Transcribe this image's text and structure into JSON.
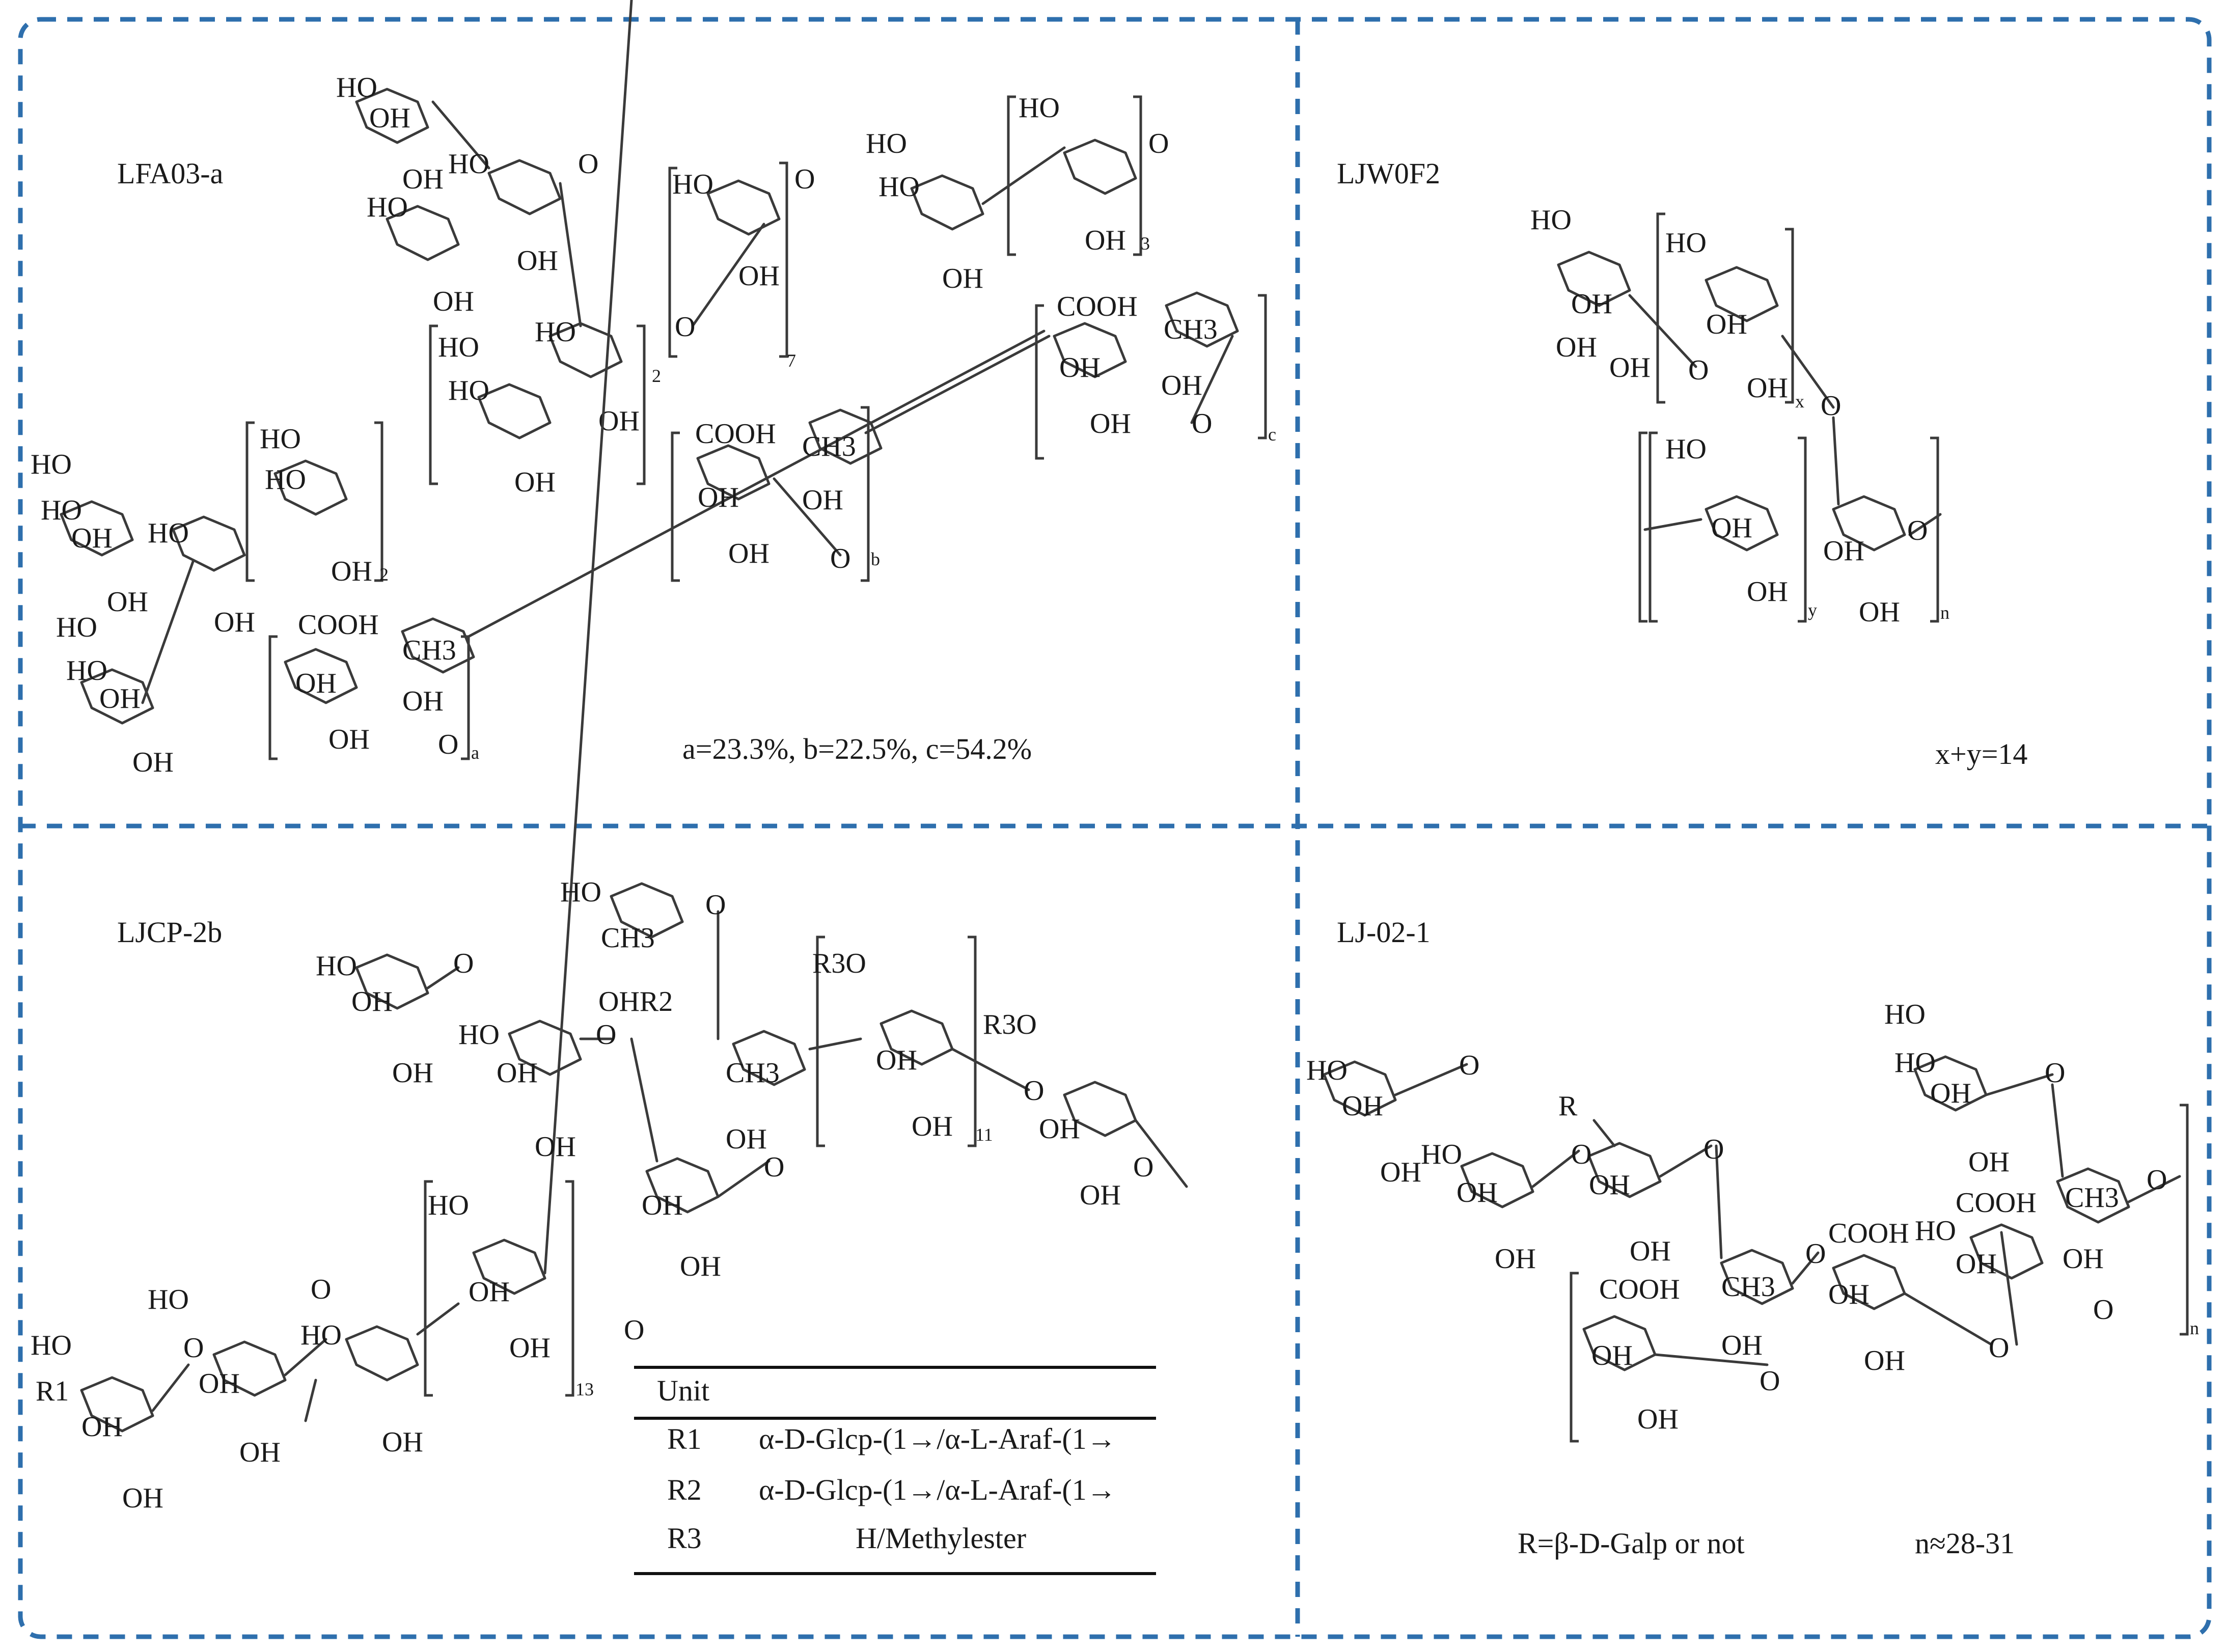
{
  "frame_color": "#2e6fad",
  "panels": {
    "top_left": {
      "title": "LFA03-a",
      "formula": "a=23.3%, b=22.5%, c=54.2%",
      "labels": {
        "ho": "HO",
        "oh": "OH",
        "o": "O",
        "cooh": "COOH",
        "ch3": "CH3",
        "sub2": "2",
        "sub7": "7",
        "sub3": "3",
        "suba": "a",
        "subb": "b",
        "subc": "c"
      }
    },
    "top_right": {
      "title": "LJW0F2",
      "formula": "x+y=14",
      "labels": {
        "ho": "HO",
        "oh": "OH",
        "o": "O",
        "subx": "x",
        "suby": "y",
        "subn": "n"
      }
    },
    "bottom_left": {
      "title": "LJCP-2b",
      "labels": {
        "ho": "HO",
        "oh": "OH",
        "o": "O",
        "ch3": "CH3",
        "r1": "R1",
        "r2": "R2",
        "r3o": "R3O",
        "ohr2": "OHR2",
        "sub11": "11",
        "sub13": "13"
      },
      "table": {
        "header": "Unit",
        "rows": [
          {
            "key": "R1",
            "value": "α-D-Glcp-(1→/α-L-Araf-(1→"
          },
          {
            "key": "R2",
            "value": "α-D-Glcp-(1→/α-L-Araf-(1→"
          },
          {
            "key": "R3",
            "value": "H/Methylester"
          }
        ]
      }
    },
    "bottom_right": {
      "title": "LJ-02-1",
      "note_left": "R=β-D-Galp or not",
      "note_right": "n≈28-31",
      "labels": {
        "ho": "HO",
        "oh": "OH",
        "o": "O",
        "cooh": "COOH",
        "ch3": "CH3",
        "r": "R",
        "subn": "n"
      }
    }
  }
}
